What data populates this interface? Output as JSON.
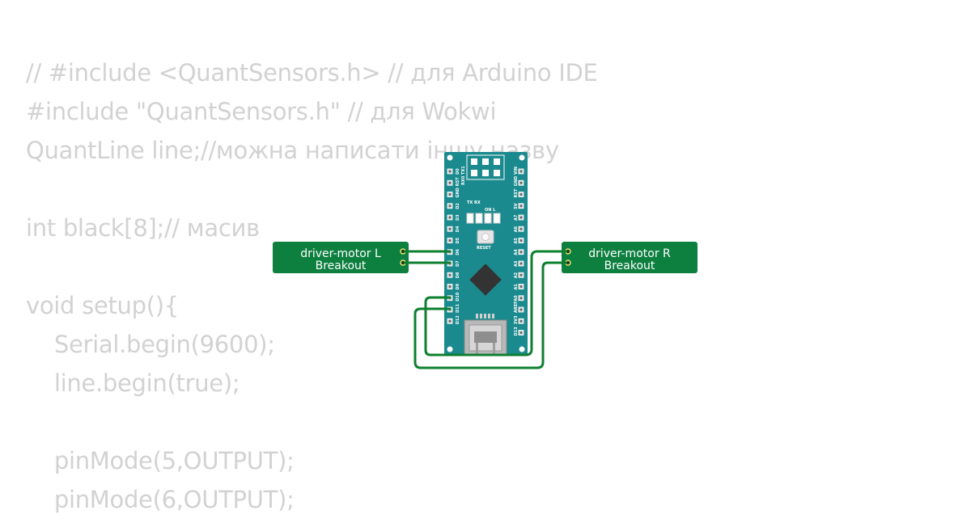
{
  "code_lines": [
    "// #include <QuantSensors.h> // для Arduino IDE",
    "#include \"QuantSensors.h\" // для Wokwi",
    "QuantLine line;//можна написати іншу назву",
    "",
    "int black[8];// масив",
    "",
    "void setup(){",
    "  Serial.begin(9600);",
    "  line.begin(true);",
    "",
    "  pinMode(5,OUTPUT);",
    "  pinMode(6,OUTPUT);"
  ],
  "breakout_left": {
    "line1": "driver-motor L",
    "line2": "Breakout"
  },
  "breakout_right": {
    "line1": "driver-motor R",
    "line2": "Breakout"
  },
  "board": {
    "header_label": "RX0 TX1",
    "tx_rx": "TX RX",
    "on_l": "ON  L",
    "reset": "RESET",
    "left_pins": [
      "D0",
      "RST",
      "GND",
      "D2",
      "D3",
      "D4",
      "D5",
      "D6",
      "D7",
      "D8",
      "D9",
      "D10",
      "D11",
      "D12"
    ],
    "right_pins": [
      "VIN",
      "GND",
      "RST",
      "5V",
      "A7",
      "A6",
      "A5",
      "A4",
      "A3",
      "A2",
      "A1",
      "A0",
      "AREF",
      "3V3",
      "D13"
    ]
  },
  "colors": {
    "code_text": "#d2d2d2",
    "board": "#1b8a8e",
    "breakout": "#0d7f3f",
    "wire": "#0d7f2f",
    "pin_ring": "#e8e86a"
  }
}
